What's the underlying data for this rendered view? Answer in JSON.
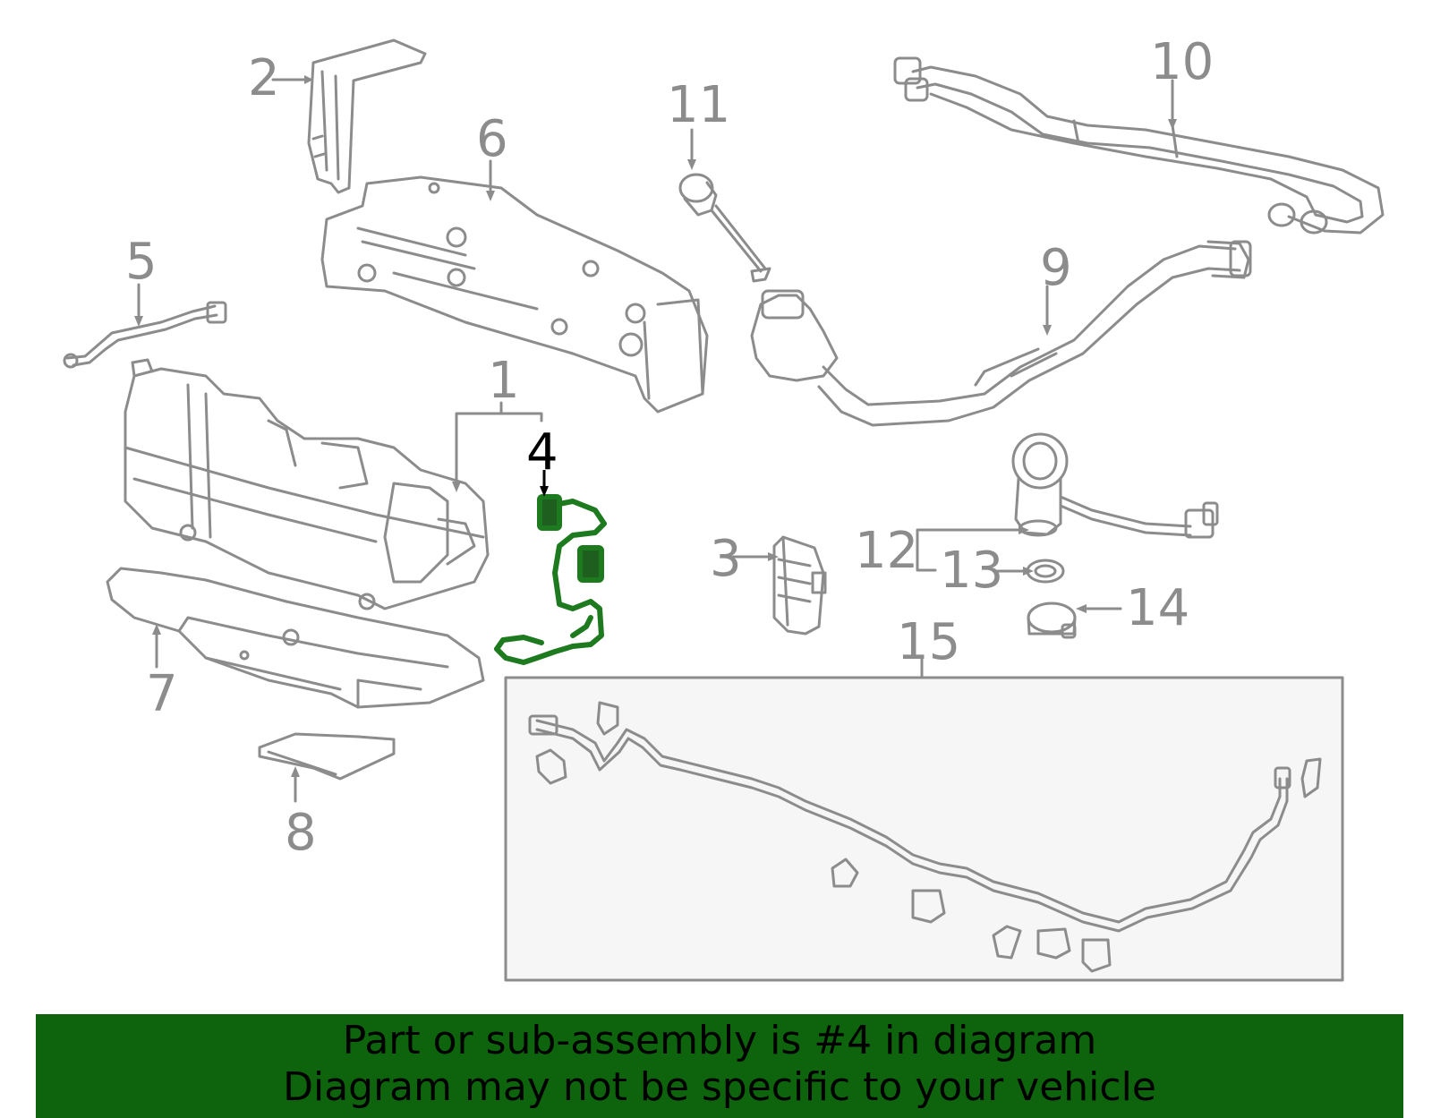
{
  "diagram": {
    "highlighted_part": "4",
    "colors": {
      "line": "#8c8c8c",
      "highlight": "#1e7a1e",
      "banner": "#0d640d",
      "inset_fill": "#f6f6f6"
    },
    "callouts": [
      {
        "id": "1",
        "label": "1"
      },
      {
        "id": "2",
        "label": "2"
      },
      {
        "id": "3",
        "label": "3"
      },
      {
        "id": "4",
        "label": "4"
      },
      {
        "id": "5",
        "label": "5"
      },
      {
        "id": "6",
        "label": "6"
      },
      {
        "id": "7",
        "label": "7"
      },
      {
        "id": "8",
        "label": "8"
      },
      {
        "id": "9",
        "label": "9"
      },
      {
        "id": "10",
        "label": "10"
      },
      {
        "id": "11",
        "label": "11"
      },
      {
        "id": "12",
        "label": "12"
      },
      {
        "id": "13",
        "label": "13"
      },
      {
        "id": "14",
        "label": "14"
      },
      {
        "id": "15",
        "label": "15"
      }
    ]
  },
  "banner": {
    "line1": "Part or sub-assembly is #4 in diagram",
    "line2": "Diagram may not be specific to your vehicle"
  }
}
